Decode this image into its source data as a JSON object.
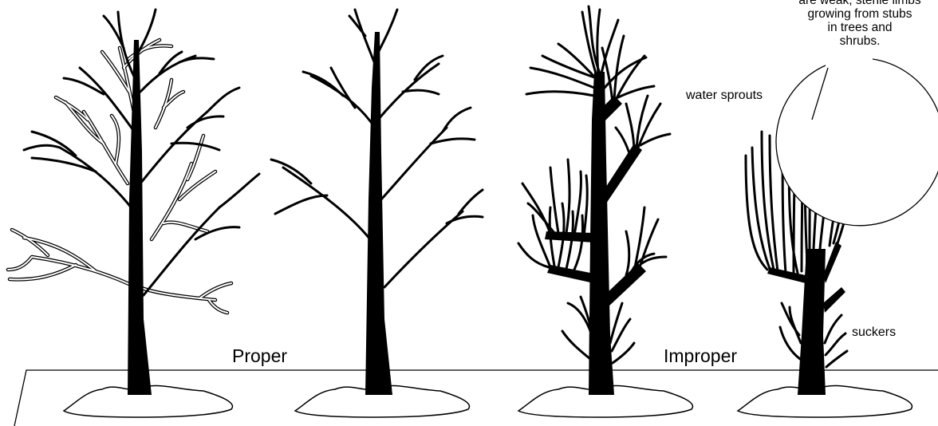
{
  "labels": {
    "proper": "Proper",
    "improper": "Improper",
    "water_sprouts": "water sprouts",
    "suckers": "suckers"
  },
  "callout": {
    "lines": [
      "are weak, sterile limbs",
      "growing from stubs",
      "in trees and",
      "shrubs."
    ]
  },
  "colors": {
    "ink": "#000000",
    "paper": "#ffffff"
  }
}
